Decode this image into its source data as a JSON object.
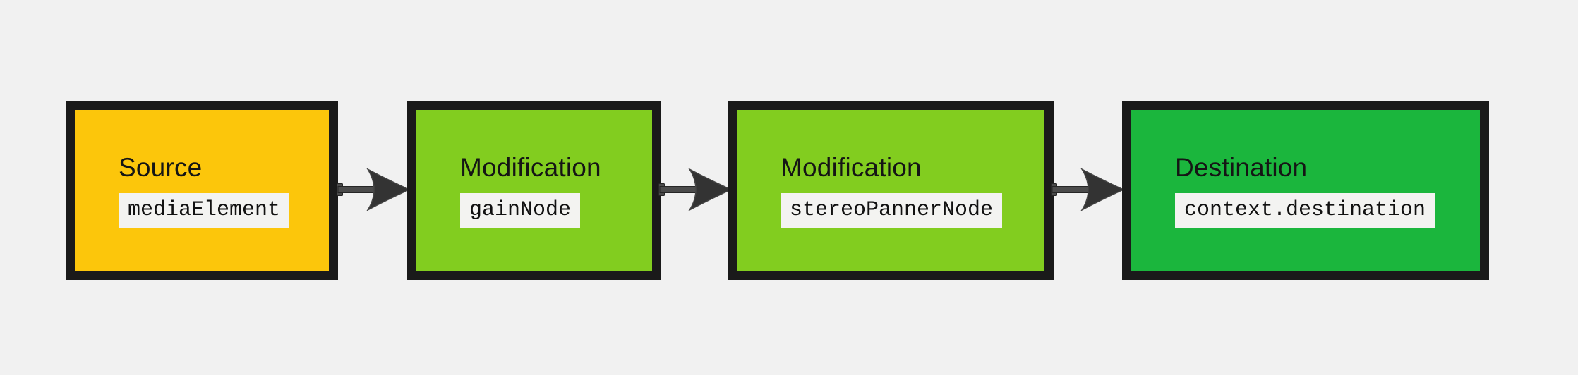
{
  "canvas": {
    "background": "#f1f1f1",
    "border_color": "#1a1a1a",
    "chip_bg": "#f3f3f1",
    "title_color": "#151515",
    "code_color": "#111111",
    "arrow": {
      "stem_fill": "#4b4b4b",
      "stem_stroke": "#262626",
      "head_fill": "#333333",
      "head_stroke": "#454545"
    }
  },
  "nodes": [
    {
      "role": "source",
      "title": "Source",
      "code": "mediaElement",
      "fill": "#fcc60b"
    },
    {
      "role": "modification",
      "title": "Modification",
      "code": "gainNode",
      "fill": "#82cd1f"
    },
    {
      "role": "modification",
      "title": "Modification",
      "code": "stereoPannerNode",
      "fill": "#82cd1f"
    },
    {
      "role": "destination",
      "title": "Destination",
      "code": "context.destination",
      "fill": "#1bb63d"
    }
  ],
  "edges": [
    {
      "from": "mediaElement",
      "to": "gainNode"
    },
    {
      "from": "gainNode",
      "to": "stereoPannerNode"
    },
    {
      "from": "stereoPannerNode",
      "to": "context.destination"
    }
  ]
}
